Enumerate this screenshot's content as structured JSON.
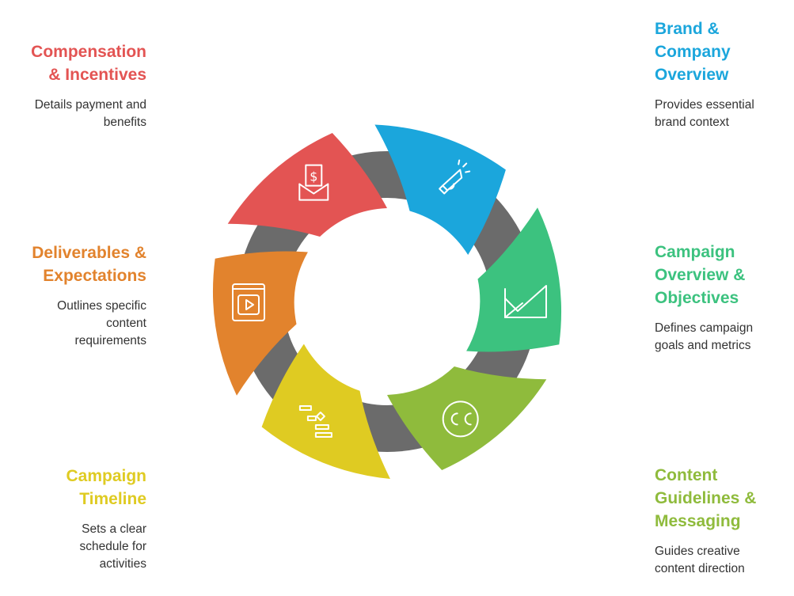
{
  "colors": {
    "ring": "#6b6b6b",
    "icon": "#ffffff",
    "desc_text": "#333333"
  },
  "segments": [
    {
      "id": "brand",
      "title": "Brand &\nCompany\nOverview",
      "description": "Provides essential\nbrand context",
      "color": "#1ba6dc",
      "icon": "megaphone-icon"
    },
    {
      "id": "campaign-overview",
      "title": "Campaign\nOverview &\nObjectives",
      "description": "Defines campaign\ngoals and metrics",
      "color": "#3cc27f",
      "icon": "flag-icon"
    },
    {
      "id": "content-guidelines",
      "title": "Content\nGuidelines &\nMessaging",
      "description": "Guides creative\ncontent direction",
      "color": "#8fbb3c",
      "icon": "closed-captions-icon"
    },
    {
      "id": "timeline",
      "title": "Campaign\nTimeline",
      "description": "Sets a clear\nschedule for\nactivities",
      "color": "#dfcb22",
      "icon": "gantt-chart-icon"
    },
    {
      "id": "deliverables",
      "title": "Deliverables &\nExpectations",
      "description": "Outlines specific\ncontent\nrequirements",
      "color": "#e2832d",
      "icon": "video-book-icon"
    },
    {
      "id": "compensation",
      "title": "Compensation\n& Incentives",
      "description": "Details payment and\nbenefits",
      "color": "#e35453",
      "icon": "dollar-envelope-icon"
    }
  ]
}
